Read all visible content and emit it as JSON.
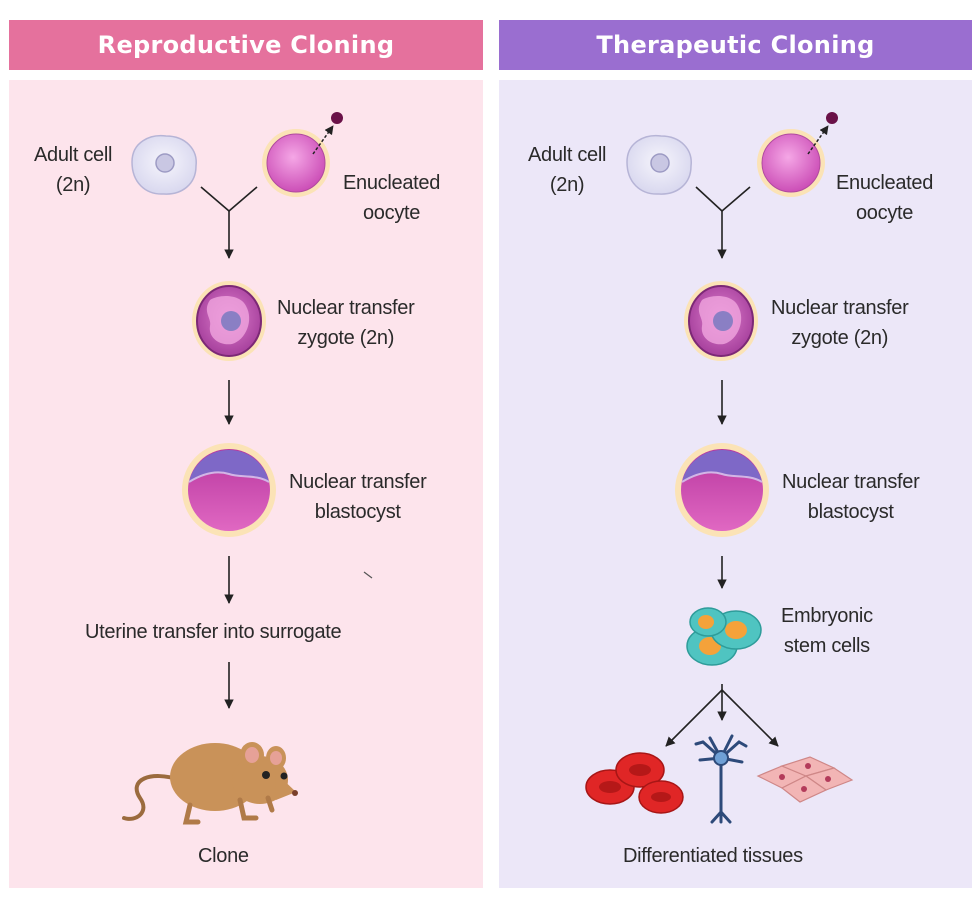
{
  "left": {
    "title": "Reproductive Cloning",
    "adult_cell": [
      "Adult cell",
      "(2n)"
    ],
    "oocyte": [
      "Enucleated",
      "oocyte"
    ],
    "zygote": [
      "Nuclear transfer",
      "zygote (2n)"
    ],
    "blastocyst": [
      "Nuclear transfer",
      "blastocyst"
    ],
    "uterine": "Uterine transfer into surrogate",
    "clone": "Clone"
  },
  "right": {
    "title": "Therapeutic Cloning",
    "adult_cell": [
      "Adult cell",
      "(2n)"
    ],
    "oocyte": [
      "Enucleated",
      "oocyte"
    ],
    "zygote": [
      "Nuclear transfer",
      "zygote (2n)"
    ],
    "blastocyst": [
      "Nuclear transfer",
      "blastocyst"
    ],
    "stem": [
      "Embryonic",
      "stem cells"
    ],
    "tissues": "Differentiated tissues"
  },
  "colors": {
    "left_header": "#e5719d",
    "right_header": "#9a6ed0",
    "left_bg": "#fde4ec",
    "right_bg": "#ece7f8"
  }
}
